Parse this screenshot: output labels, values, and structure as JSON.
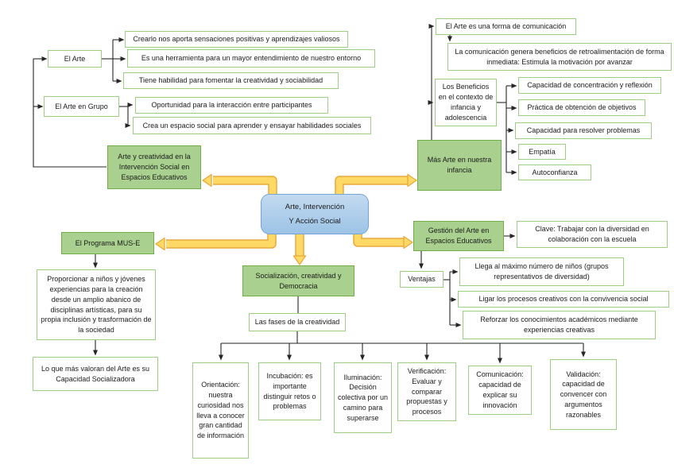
{
  "colors": {
    "green_fill": "#a9d08e",
    "green_border": "#6faf46",
    "box_border": "#9ccf81",
    "blue_fill_top": "#c3daf0",
    "blue_fill_bottom": "#9cc3e6",
    "blue_border": "#74a5d6",
    "arrow_fill": "#ffd966",
    "arrow_edge": "#e9a93d",
    "connector": "#262626",
    "text": "#1b1b1b"
  },
  "center": {
    "line1": "Arte, Intervención",
    "line2": "Y Acción Social"
  },
  "nodes": {
    "el_arte": "El Arte",
    "arte_c1": "Crearlo nos aporta sensaciones positivas y aprendizajes valiosos",
    "arte_c2": "Es una herramienta para un mayor entendimiento de nuestro entorno",
    "arte_c3": "Tiene habilidad para fomentar la creatividad y sociabilidad",
    "el_arte_grupo": "El Arte en Grupo",
    "grupo_c1": "Oportunidad para la interacción entre participantes",
    "grupo_c2": "Crea un espacio social para aprender y ensayar habilidades sociales",
    "arte_creatividad": "Arte y creatividad en la Intervención Social en Espacios Educativos",
    "forma_comunicacion": "El Arte es una forma de comunicación",
    "comunicacion_genera": "La comunicación genera beneficios de retroalimentación de forma inmediata: Estimula la motivación por avanzar",
    "beneficios": "Los Beneficios en el contexto de infancia y adolescencia",
    "benef_c1": "Capacidad de concentración y reflexión",
    "benef_c2": "Práctica de obtención de objetivos",
    "benef_c3": "Capacidad para resolver problemas",
    "benef_c4": "Empatía",
    "benef_c5": "Autoconfianza",
    "mas_arte": "Más Arte en nuestra infancia",
    "gestion": "Gestión del Arte en Espacios Educativos",
    "clave": "Clave: Trabajar con la diversidad en colaboración con la escuela",
    "ventajas": "Ventajas",
    "vent_c1": "Llega al máximo número de niños (grupos representativos de diversidad)",
    "vent_c2": "Ligar los procesos creativos con la convivencia social",
    "vent_c3": "Reforzar los conocimientos académicos mediante experiencias creativas",
    "programa": "El Programa MUS-E",
    "programa_desc": "Proporcionar a niños y jóvenes experiencias para la creación desde un amplio abanico de disciplinas artísticas, para su propia inclusión y trasformación de la sociedad",
    "programa_valor": "Lo que más valoran del Arte es su Capacidad Socializadora",
    "socializacion": "Socialización, creatividad y Democracia",
    "fases": "Las fases de la creatividad",
    "fase1": "Orientación: nuestra curiosidad nos lleva a conocer gran cantidad de información",
    "fase2": "Incubación: es importante distinguir retos o problemas",
    "fase3": "Iluminación: Decisión colectiva por un camino para superarse",
    "fase4": "Verificación: Evaluar y comparar propuestas y procesos",
    "fase5": "Comunicación: capacidad de explicar su innovación",
    "fase6": "Validación: capacidad de convencer con argumentos razonables"
  }
}
